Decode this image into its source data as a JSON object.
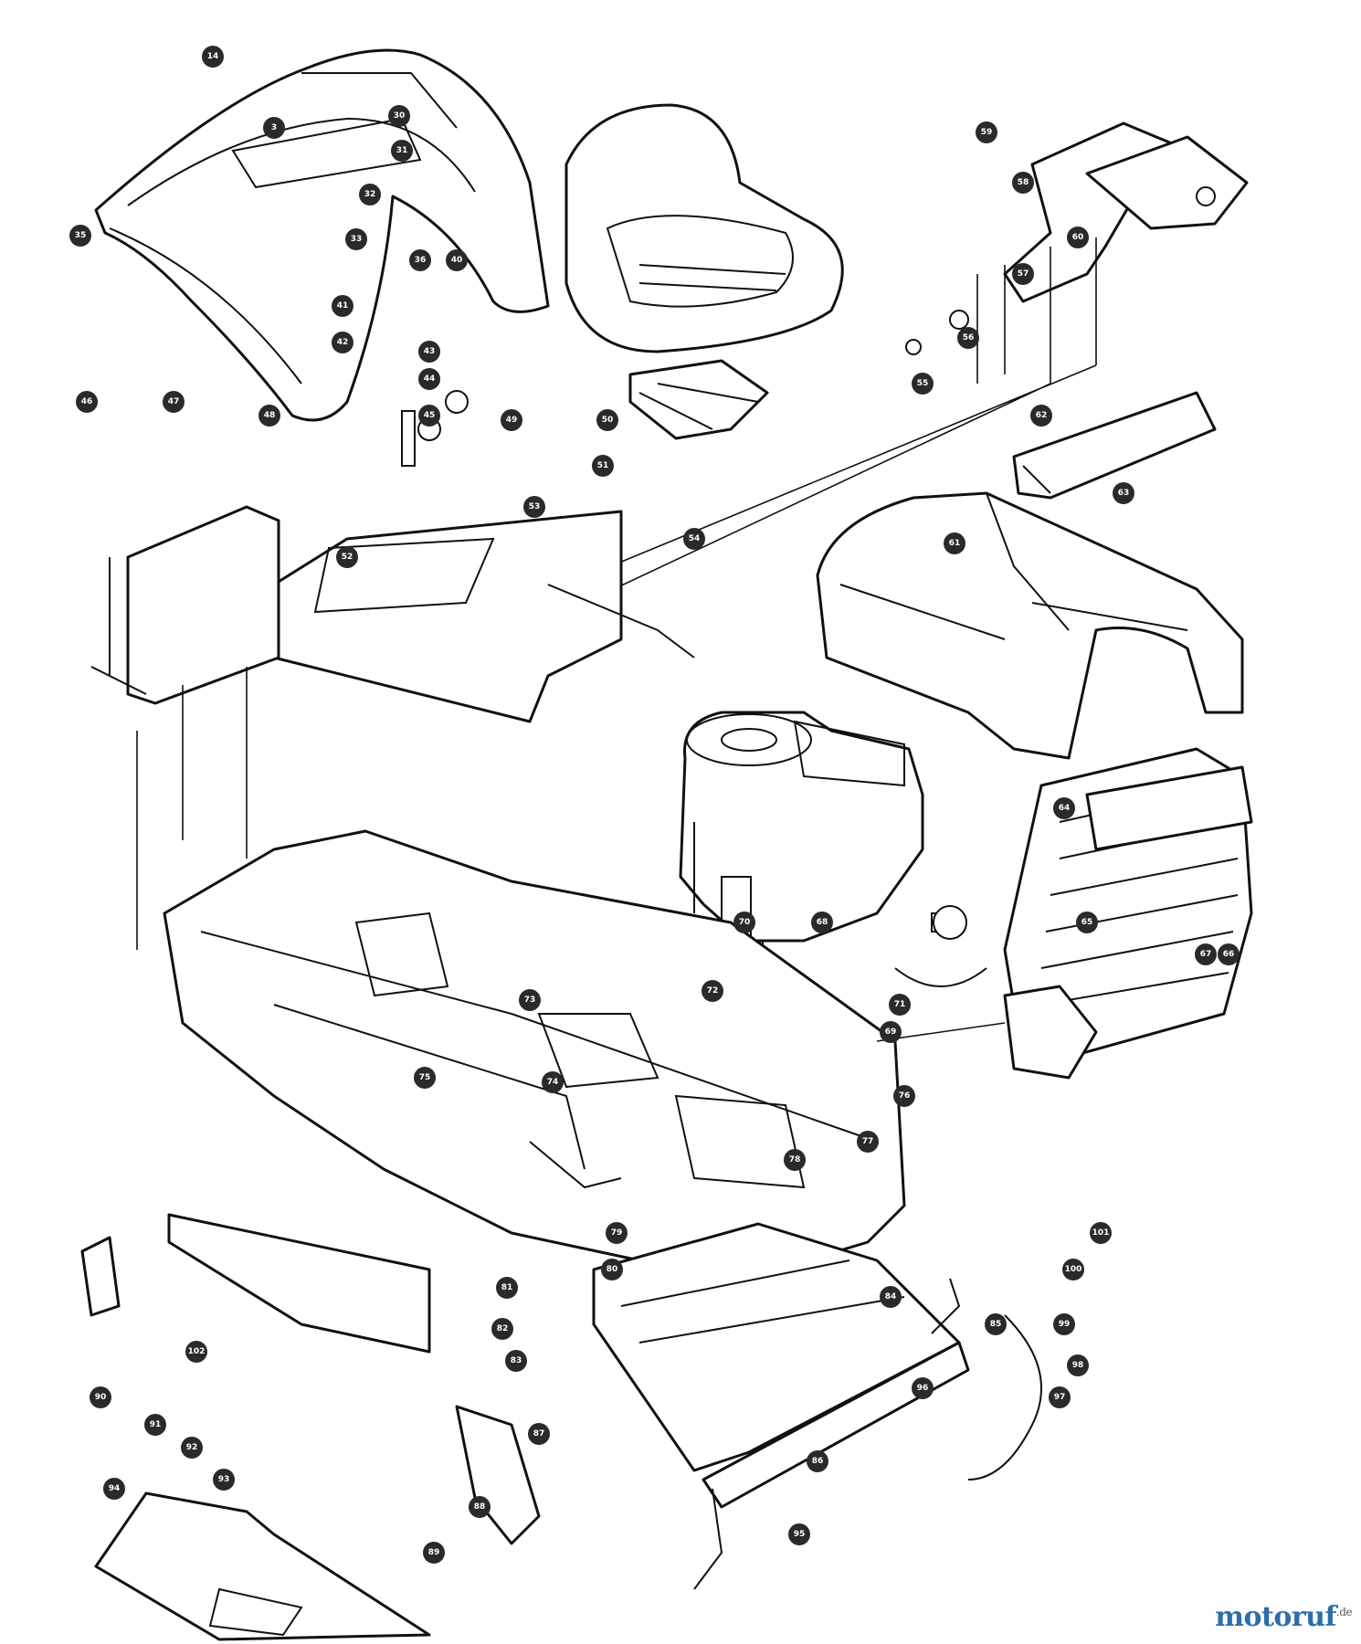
{
  "watermark": {
    "brand": "motoruf",
    "suffix": ".de"
  },
  "callouts": [
    "14",
    "3",
    "30",
    "31",
    "32",
    "33",
    "35",
    "36",
    "40",
    "41",
    "42",
    "43",
    "44",
    "45",
    "46",
    "47",
    "48",
    "49",
    "50",
    "51",
    "52",
    "53",
    "54",
    "55",
    "56",
    "57",
    "58",
    "59",
    "60",
    "61",
    "62",
    "63",
    "64",
    "65",
    "66",
    "67",
    "68",
    "69",
    "70",
    "71",
    "72",
    "73",
    "74",
    "75",
    "76",
    "77",
    "78",
    "79",
    "80",
    "81",
    "82",
    "83",
    "84",
    "85",
    "86",
    "87",
    "88",
    "89",
    "90",
    "91",
    "92",
    "93",
    "94",
    "95",
    "96",
    "97",
    "98",
    "99",
    "100",
    "101",
    "102"
  ]
}
